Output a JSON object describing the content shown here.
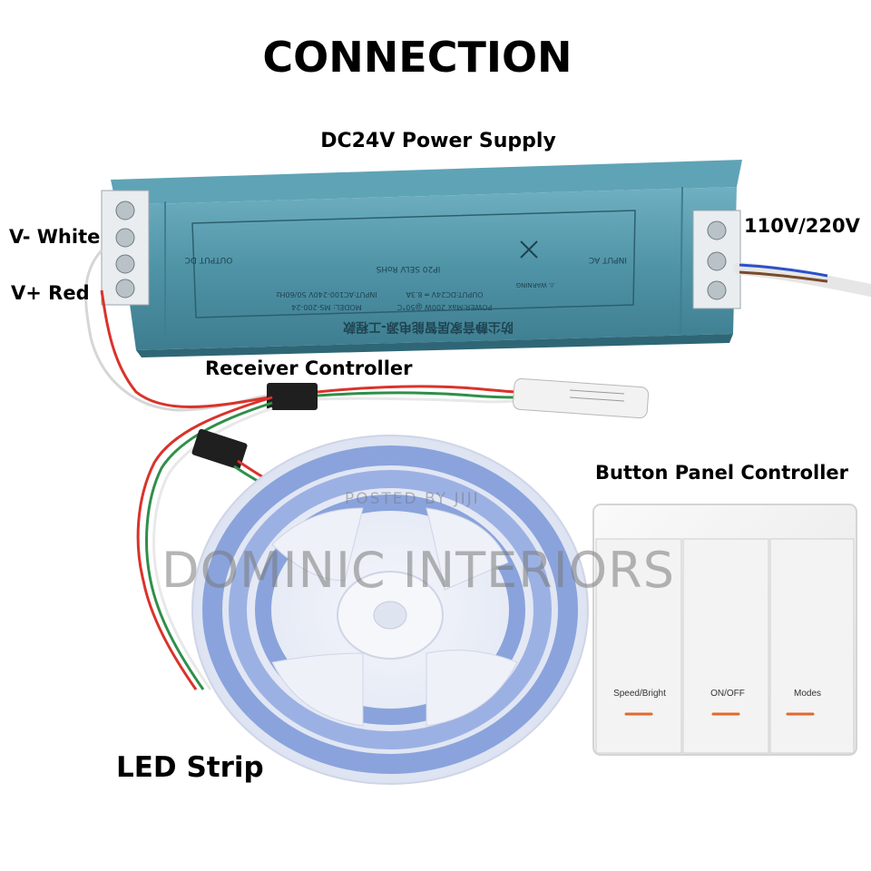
{
  "title": "CONNECTION",
  "labels": {
    "power_supply": "DC24V Power Supply",
    "v_minus": "V- White",
    "v_plus": "V+ Red",
    "ac_input": "110V/220V",
    "receiver": "Receiver Controller",
    "button_panel": "Button Panel Controller",
    "led_strip": "LED Strip"
  },
  "power_supply_print": {
    "header": "防尘静音家居智能电源-工程款",
    "model": "MODEL: MS-200-24",
    "power": "POWER:Max 200W @50°C",
    "input": "INPUT:AC100-240V 50/60Hz",
    "output": "OUPUT:DC24V ═ 8.3A",
    "output_side": "OUTPUT DC",
    "input_side": "INPUT AC",
    "warning": "⚠ WARNING",
    "certs": "IP20  SELV  RoHS"
  },
  "buttons": {
    "left": "Speed/Bright",
    "middle": "ON/OFF",
    "right": "Modes"
  },
  "watermark": {
    "main": "DOMINIC INTERIORS",
    "small": "POSTED BY JIJI"
  },
  "colors": {
    "psu_body": "#4f93a6",
    "wire_red": "#d9332b",
    "wire_green": "#2f8f4a",
    "wire_white": "#e8e8e8",
    "wire_blue": "#2d4fc9",
    "strip_blue": "#8aa3dc"
  }
}
